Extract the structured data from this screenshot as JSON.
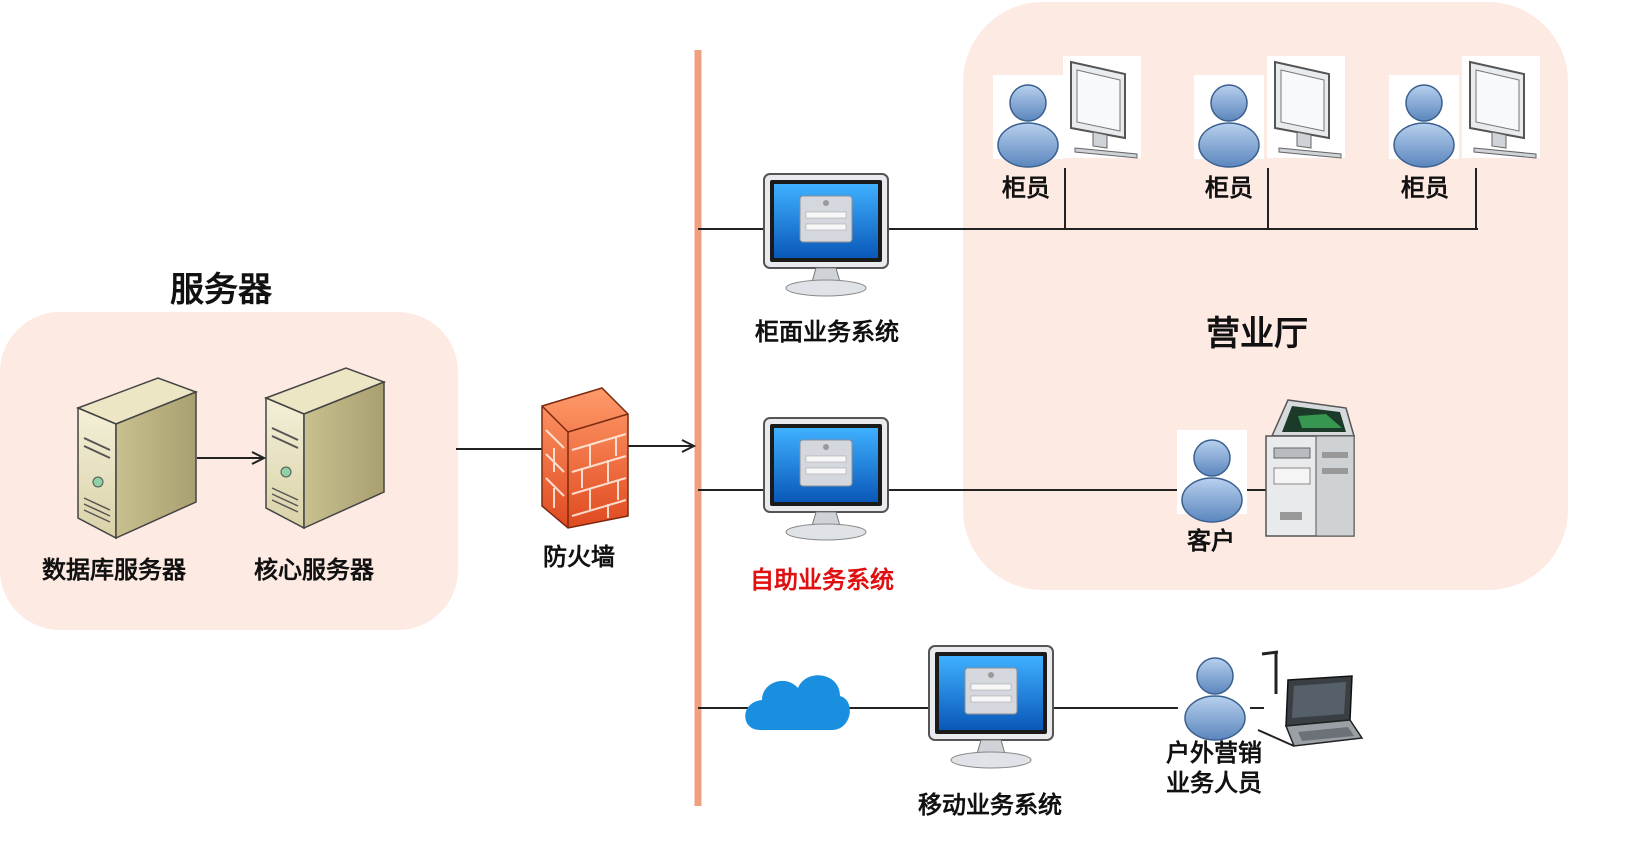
{
  "server_group": {
    "title": "服务器",
    "database_server": "数据库服务器",
    "core_server": "核心服务器"
  },
  "firewall": {
    "label": "防火墙"
  },
  "hall": {
    "title": "营业厅",
    "tellers": [
      "柜员",
      "柜员",
      "柜员"
    ],
    "customer": "客户"
  },
  "systems": {
    "counter": "柜面业务系统",
    "self_service": "自助业务系统",
    "mobile": "移动业务系统"
  },
  "outdoor_staff": {
    "line1": "户外营销",
    "line2": "业务人员"
  },
  "colors": {
    "zone_fill": "#fdeae3",
    "backbone": "#f0a080",
    "highlight_text": "#e01010",
    "cloud": "#1a8fe0",
    "person": "#7fa8d6"
  }
}
